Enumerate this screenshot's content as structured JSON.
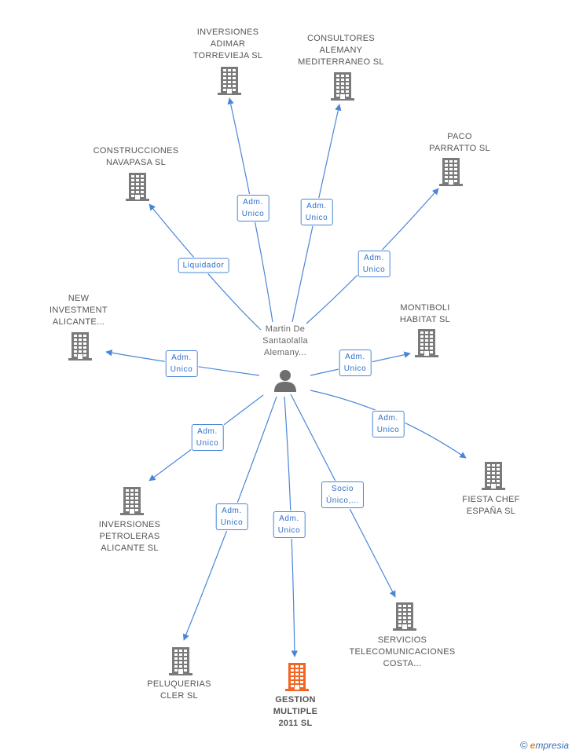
{
  "colors": {
    "edge": "#4a86d8",
    "building": "#7a7a7a",
    "building_highlight": "#f26522",
    "person": "#6e6e6e"
  },
  "center": {
    "name": "Martin De\nSantaolalla\nAlemany..."
  },
  "companies": [
    {
      "id": "inversiones-adimar",
      "name": "INVERSIONES\nADIMAR\nTORREVIEJA SL"
    },
    {
      "id": "consultores-alemany",
      "name": "CONSULTORES\nALEMANY\nMEDITERRANEO SL"
    },
    {
      "id": "paco-parratto",
      "name": "PACO\nPARRATTO SL"
    },
    {
      "id": "construcciones-navapasa",
      "name": "CONSTRUCCIONES\nNAVAPASA SL"
    },
    {
      "id": "new-investment",
      "name": "NEW\nINVESTMENT\nALICANTE..."
    },
    {
      "id": "montiboli",
      "name": "MONTIBOLI\nHABITAT SL"
    },
    {
      "id": "fiesta-chef",
      "name": "FIESTA CHEF\nESPAÑA SL"
    },
    {
      "id": "inversiones-petroleras",
      "name": "INVERSIONES\nPETROLERAS\nALICANTE SL"
    },
    {
      "id": "peluquerias-cler",
      "name": "PELUQUERIAS\nCLER SL"
    },
    {
      "id": "gestion-multiple",
      "name": "GESTION\nMULTIPLE\n2011 SL",
      "highlight": true
    },
    {
      "id": "servicios-telecom",
      "name": "SERVICIOS\nTELECOMUNICACIONES\nCOSTA..."
    }
  ],
  "relations": [
    {
      "target": "inversiones-adimar",
      "label": "Adm.\nUnico"
    },
    {
      "target": "consultores-alemany",
      "label": "Adm.\nUnico"
    },
    {
      "target": "paco-parratto",
      "label": "Adm.\nUnico"
    },
    {
      "target": "construcciones-navapasa",
      "label": "Liquidador"
    },
    {
      "target": "new-investment",
      "label": "Adm.\nUnico"
    },
    {
      "target": "montiboli",
      "label": "Adm.\nUnico"
    },
    {
      "target": "fiesta-chef",
      "label": "Adm.\nUnico"
    },
    {
      "target": "inversiones-petroleras",
      "label": "Adm.\nUnico"
    },
    {
      "target": "peluquerias-cler",
      "label": "Adm.\nUnico"
    },
    {
      "target": "gestion-multiple",
      "label": "Adm.\nUnico"
    },
    {
      "target": "servicios-telecom",
      "label": "Socio\nÚnico,..."
    }
  ],
  "footer": {
    "copyright": "©",
    "brand_e": "e",
    "brand_rest": "mpresia"
  }
}
